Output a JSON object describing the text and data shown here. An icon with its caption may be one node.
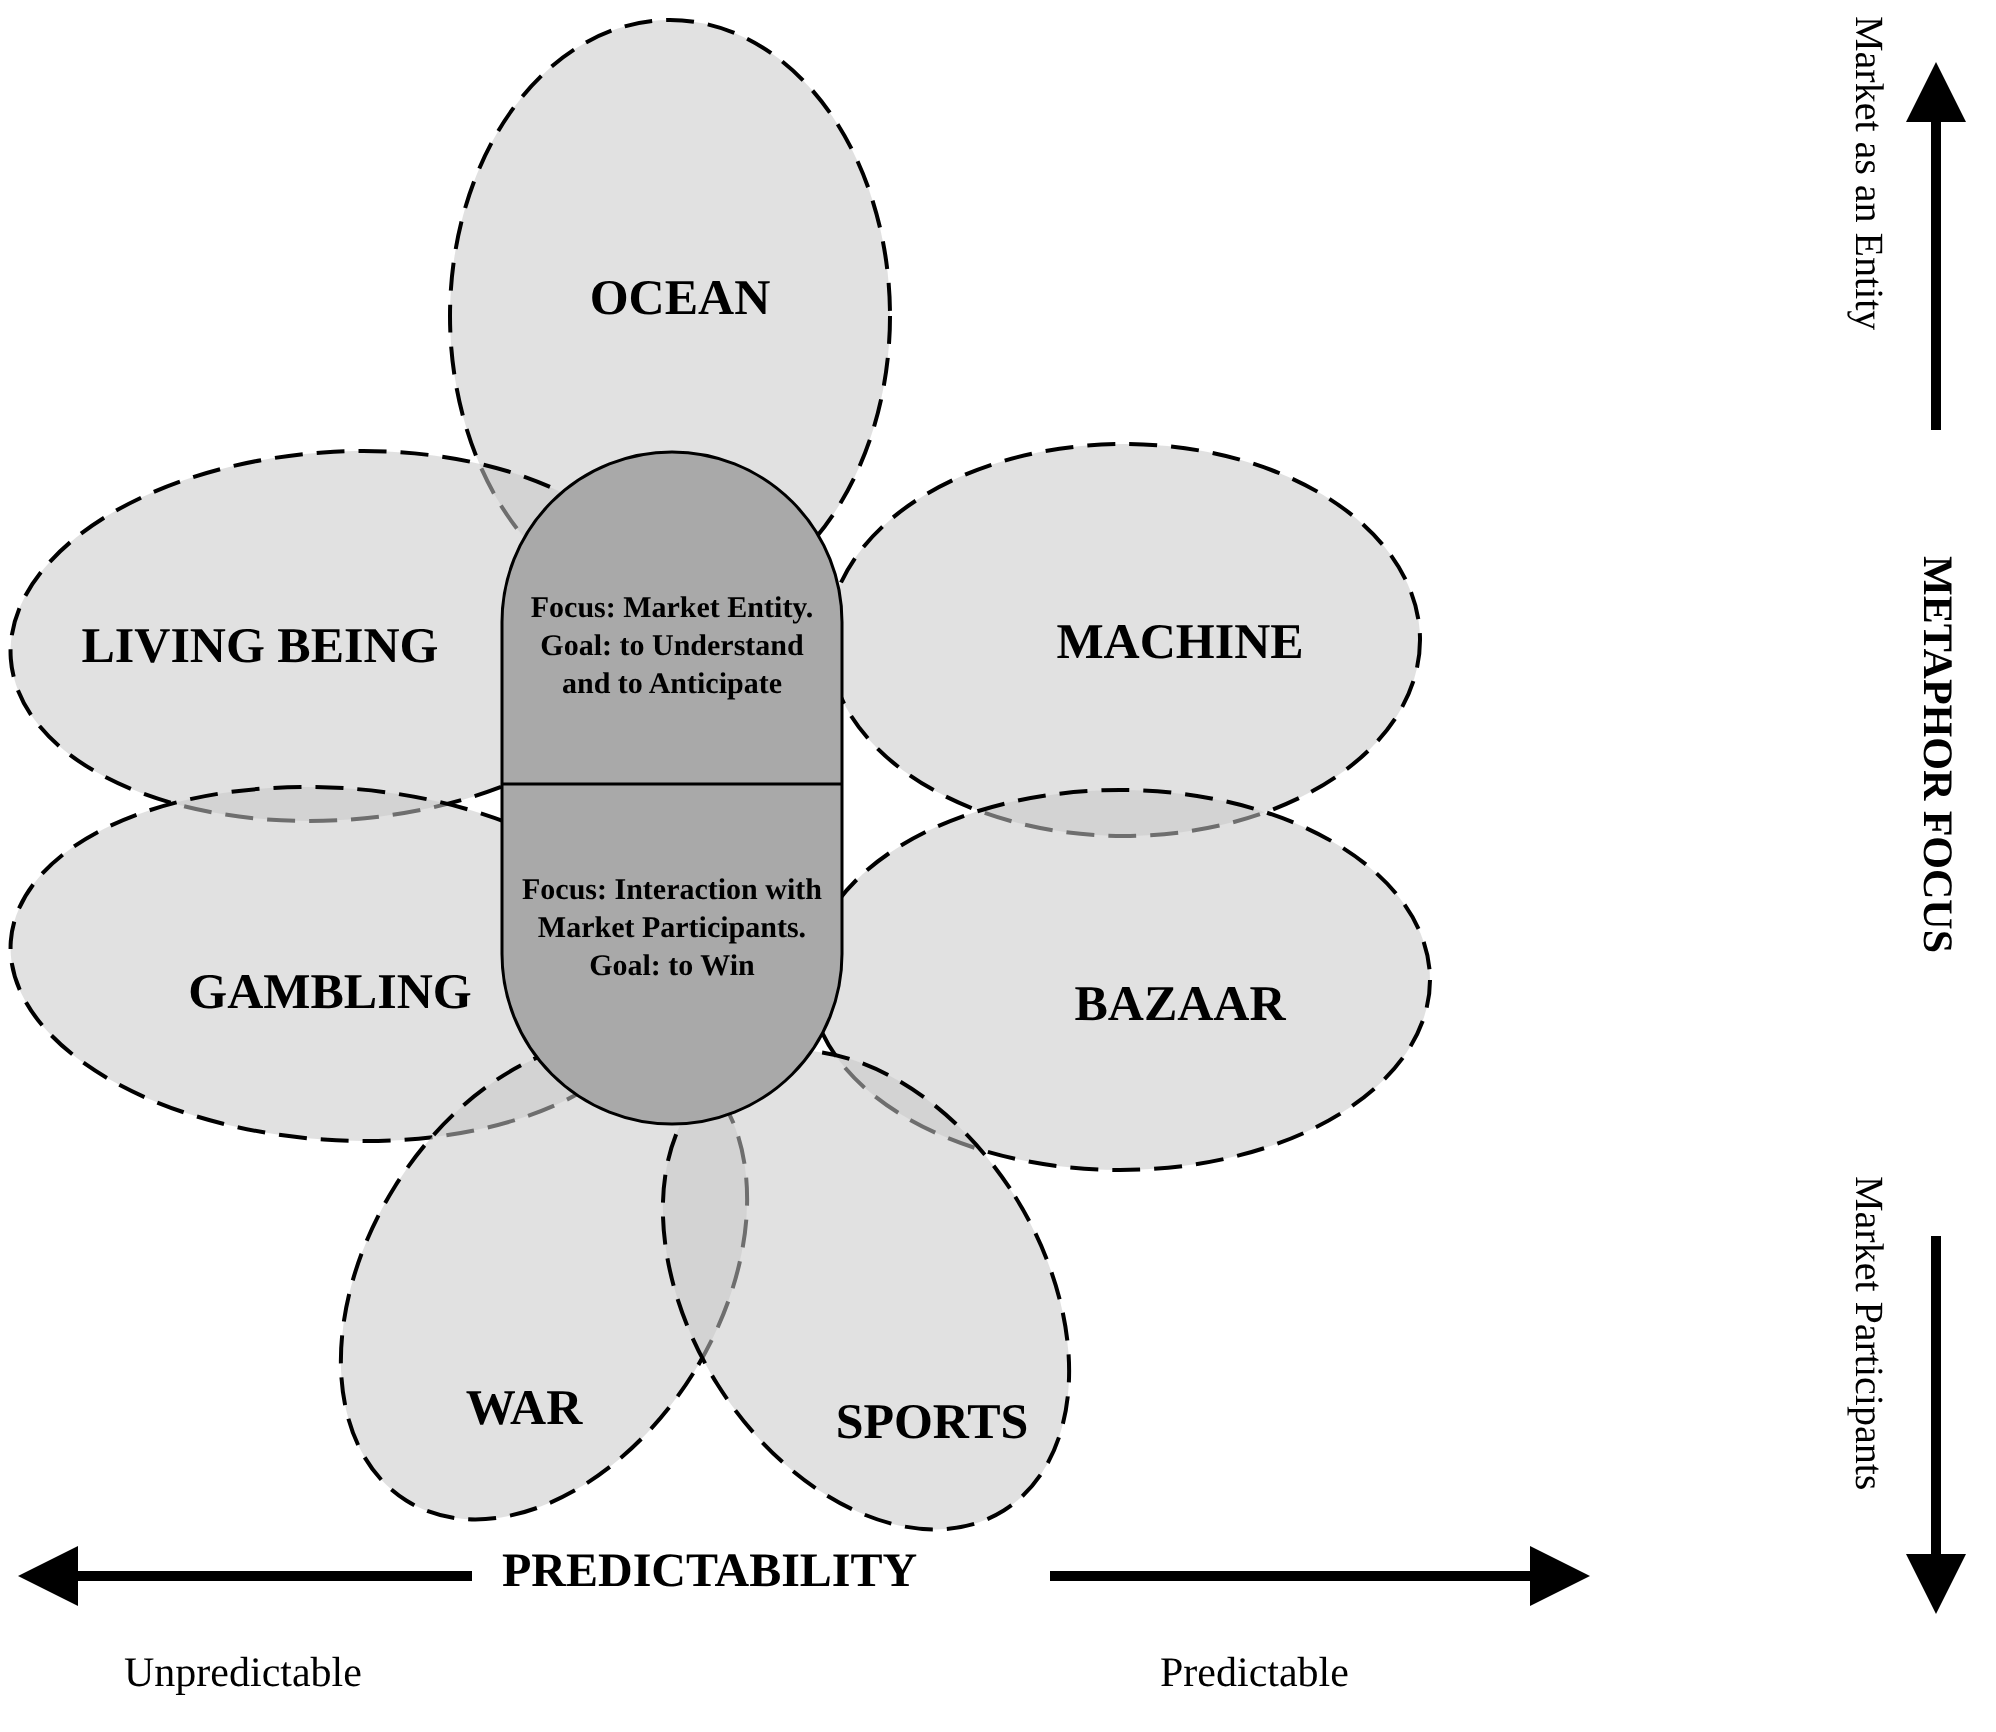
{
  "diagram": {
    "nodes": [
      {
        "text": [
          "OCEAN"
        ]
      },
      {
        "text": [
          "LIVING BEING"
        ]
      },
      {
        "text": [
          "Focus: Market Entity. Goal: to Understand and to Anticipate",
          "Focus: Interaction with Market Participants. Goal: to Win"
        ]
      },
      {
        "text": [
          "MACHINE"
        ]
      },
      {
        "text": [
          "GAMBLING"
        ]
      },
      {
        "text": [
          "BAZAAR"
        ]
      },
      {
        "text": [
          "WAR"
        ]
      },
      {
        "text": [
          "SPORTS"
        ]
      }
    ],
    "edges": [],
    "labels": [
      "Market as an Entity",
      "METAPHOR FOCUS",
      "Market Participants",
      "PREDICTABILITY",
      "Unpredictable",
      "Predictable"
    ]
  }
}
